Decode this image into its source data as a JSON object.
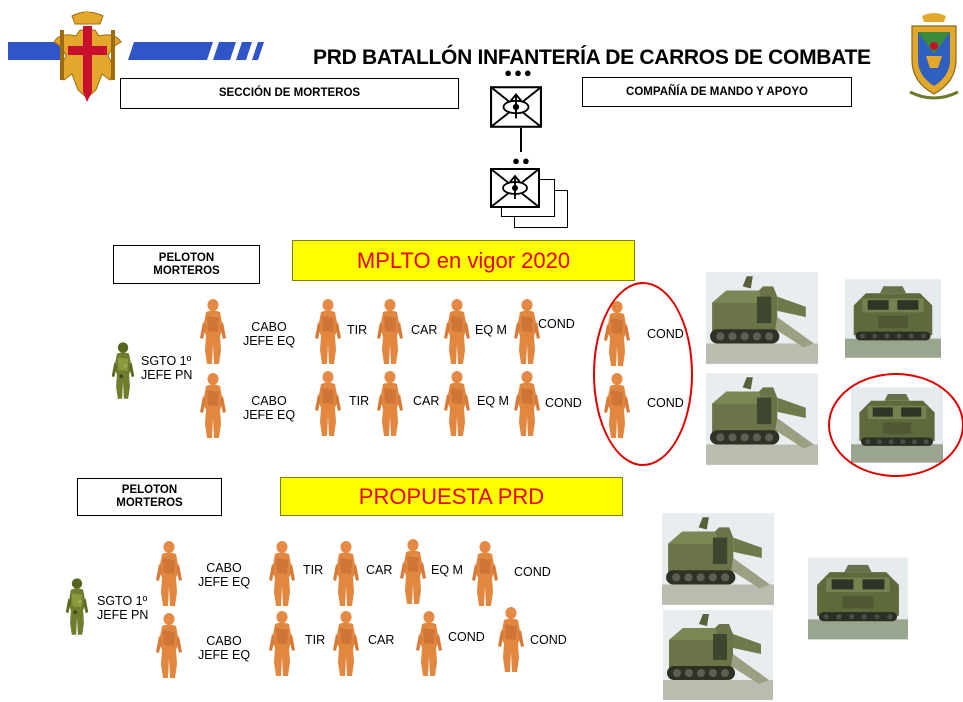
{
  "title": "PRD BATALLÓN INFANTERÍA DE CARROS DE COMBATE",
  "boxes": {
    "seccion": "SECCIÓN DE MORTEROS",
    "compania": "COMPAÑÍA DE MANDO Y APOYO",
    "peloton_line1": "PELOTON",
    "peloton_line2": "MORTEROS"
  },
  "banners": {
    "current": "MPLTO en vigor 2020",
    "proposal": "PROPUESTA PRD"
  },
  "symbols": {
    "company_echelon": "●●●",
    "section_echelon": "●●"
  },
  "roles": {
    "sgto_line1": "SGTO 1º",
    "sgto_line2": "JEFE PN",
    "cabo_line1": "CABO",
    "cabo_line2": "JEFE EQ",
    "tir": "TIR",
    "car": "CAR",
    "eqm": "EQ M",
    "cond": "COND"
  },
  "colors": {
    "accent_blue": "#2f55c8",
    "emblem_red": "#c8102e",
    "emblem_gold": "#e3a82b",
    "banner_yellow": "#ffff00",
    "banner_text": "#e8000b",
    "soldier_orange": "#e1873f",
    "sgto_green": "#6f7d2c",
    "highlight_red": "#e00000"
  },
  "icons": [
    "army-emblem-icon",
    "brigade-shield-icon",
    "mortar-unit-symbol-icon",
    "infantry-soldier-icon",
    "m113-mortar-carrier-icon",
    "m548-ammunition-carrier-icon"
  ]
}
